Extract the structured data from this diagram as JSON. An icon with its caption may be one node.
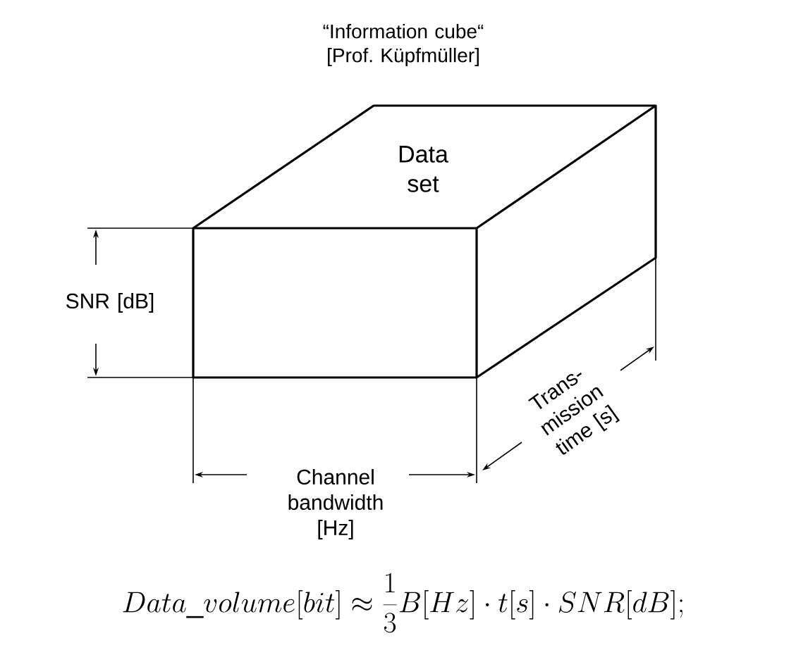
{
  "diagram": {
    "title": "“Information cube“ [Prof. Küpfmüller]",
    "caption": "Data\\_volume[bit] \\approx \\frac{1}{3} B[Hz] \\cdot t[s] \\cdot SNR[dB];",
    "nodes": [
      {
        "text": [
          "Data set"
        ]
      }
    ],
    "labels": [
      "SNR [dB]",
      "Channel bandwidth [Hz]",
      "Trans-mission time [s]"
    ]
  }
}
